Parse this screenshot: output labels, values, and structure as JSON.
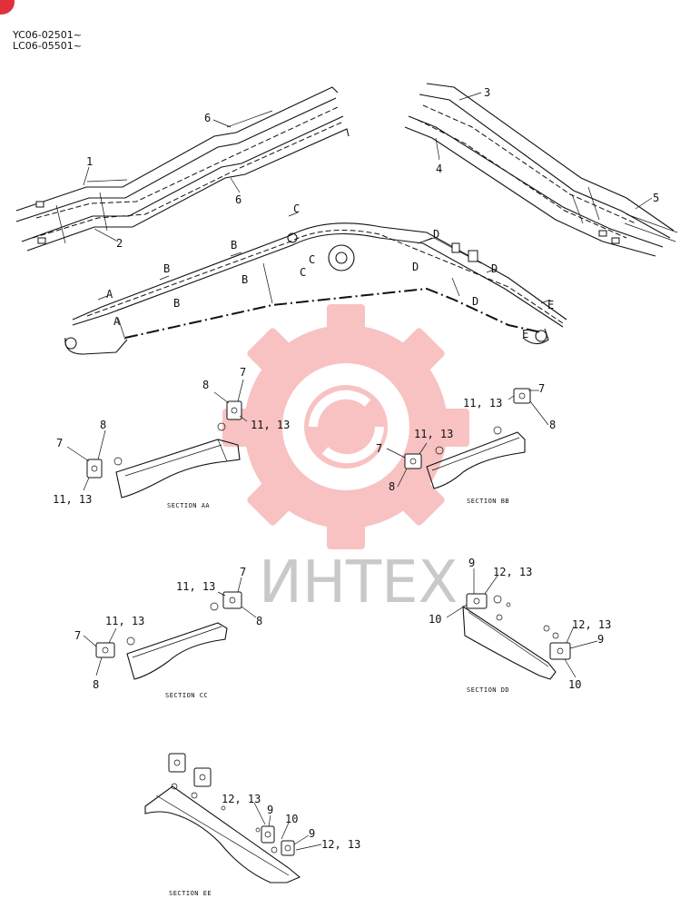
{
  "serials": [
    "YC06-02501~",
    "LC06-05501~"
  ],
  "watermark": {
    "text": "ИНТЕХ",
    "color": "#f07070"
  },
  "callouts": {
    "top_left_arm": [
      "1",
      "2",
      "6",
      "6"
    ],
    "top_right_arm": [
      "3",
      "4",
      "5"
    ],
    "boom_sections": [
      "A",
      "A",
      "B",
      "B",
      "B",
      "B",
      "C",
      "C",
      "C",
      "D",
      "D",
      "D",
      "D",
      "E",
      "E"
    ]
  },
  "sections": {
    "aa": {
      "title": "SECTION AA",
      "labels": [
        "8",
        "7",
        "11, 13",
        "7",
        "8",
        "11, 13"
      ]
    },
    "bb": {
      "title": "SECTION BB",
      "labels": [
        "11, 13",
        "7",
        "8",
        "11, 13",
        "7",
        "8"
      ]
    },
    "cc": {
      "title": "SECTION CC",
      "labels": [
        "11, 13",
        "7",
        "8",
        "11, 13",
        "7",
        "8"
      ]
    },
    "dd": {
      "title": "SECTION DD",
      "labels": [
        "9",
        "12, 13",
        "10",
        "12, 13",
        "9",
        "10"
      ]
    },
    "ee": {
      "title": "SECTION EE",
      "labels": [
        "12, 13",
        "9",
        "10",
        "9",
        "12, 13"
      ]
    }
  }
}
